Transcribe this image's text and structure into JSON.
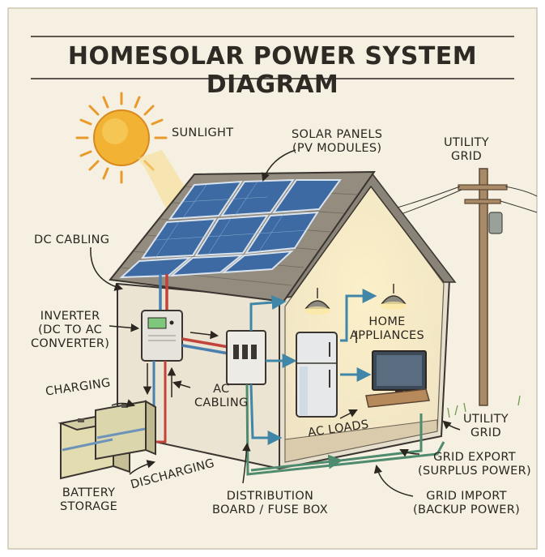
{
  "title": "HOMESOLAR POWER SYSTEM DIAGRAM",
  "labels": {
    "sunlight": "SUNLIGHT",
    "solar_panels": [
      "SOLAR PANELS",
      "(PV MODULES)"
    ],
    "utility_grid_top": [
      "UTILITY",
      "GRID"
    ],
    "dc_cabling": "DC CABLING",
    "inverter": [
      "INVERTER",
      "(DC TO AC",
      "CONVERTER)"
    ],
    "home_appliances": [
      "HOME",
      "APPLIANCES"
    ],
    "charging": "CHARGING",
    "ac_cabling": [
      "AC",
      "CABLING"
    ],
    "ac_loads": "AC LOADS",
    "utility_grid_right": [
      "UTILITY",
      "GRID"
    ],
    "grid_export": [
      "GRID EXPORT",
      "(SURPLUS POWER)"
    ],
    "discharging": "DISCHARGING",
    "battery_storage": [
      "BATTERY",
      "STORAGE"
    ],
    "distribution_board": [
      "DISTRIBUTION",
      "BOARD / FUSE BOX"
    ],
    "grid_import": [
      "GRID IMPORT",
      "(BACKUP POWER)"
    ]
  },
  "colors": {
    "paper": "#f6f0e2",
    "ink": "#2b2620",
    "dc_wire_red": "#c2433a",
    "dc_wire_blue": "#4a7fb0",
    "ac_wire_teal": "#3f86a8",
    "grid_wire_green": "#4f8b6e",
    "panel_blue": "#3d6aa3",
    "roof": "#8a8478",
    "sun": "#f2b233"
  },
  "icons": [
    "sun-icon",
    "solar-panel-icon",
    "utility-pole-icon",
    "inverter-icon",
    "battery-icon",
    "fuse-box-icon",
    "refrigerator-icon",
    "television-icon",
    "ceiling-lamp-icon"
  ]
}
